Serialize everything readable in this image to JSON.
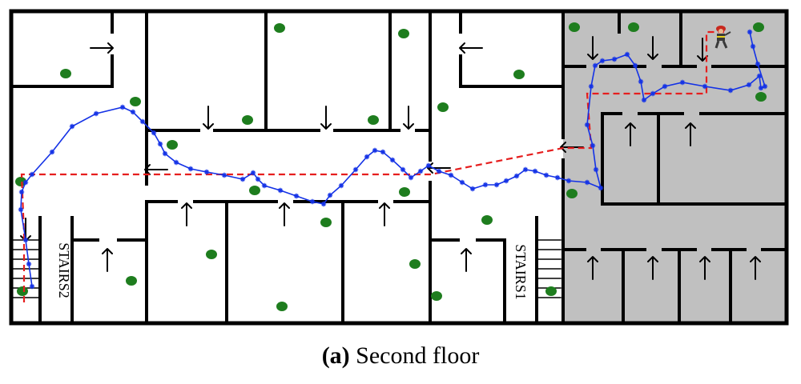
{
  "figure": {
    "caption_letter": "(a)",
    "caption_text": "Second floor"
  },
  "stairs": [
    {
      "label": "STAIRS2"
    },
    {
      "label": "STAIRS1"
    }
  ],
  "colors": {
    "wall": "#000000",
    "shaded_zone": "#c0c0c0",
    "beacon": "#1e7d1e",
    "estimated_path": "#1432e6",
    "reference_path": "#e61e1e"
  },
  "icons": {
    "door_direction": "arrow-icon",
    "responder": "firefighter-icon",
    "beacon": "green-dot"
  }
}
